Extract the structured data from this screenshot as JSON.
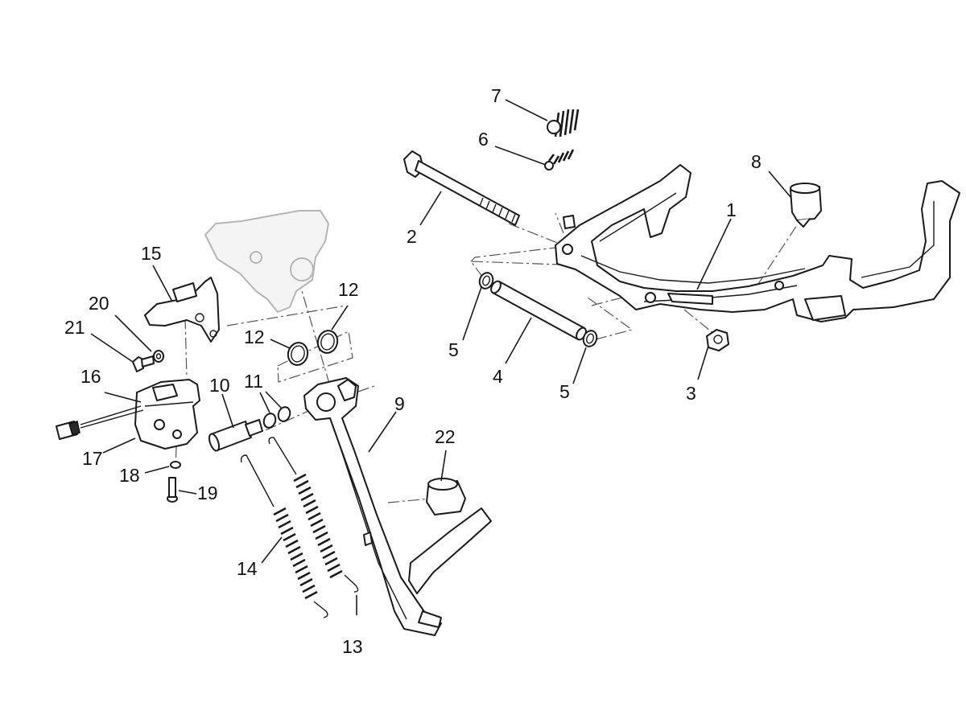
{
  "callouts": {
    "c1": "1",
    "c2": "2",
    "c3": "3",
    "c4": "4",
    "c5a": "5",
    "c5b": "5",
    "c6": "6",
    "c7": "7",
    "c8": "8",
    "c9": "9",
    "c10": "10",
    "c11": "11",
    "c12a": "12",
    "c12b": "12",
    "c13": "13",
    "c14": "14",
    "c15": "15",
    "c16": "16",
    "c17": "17",
    "c18": "18",
    "c19": "19",
    "c20": "20",
    "c21": "21",
    "c22": "22"
  },
  "colors": {
    "line": "#1a1a1a",
    "ghost_part": "#b5b5b5",
    "background": "#ffffff"
  }
}
